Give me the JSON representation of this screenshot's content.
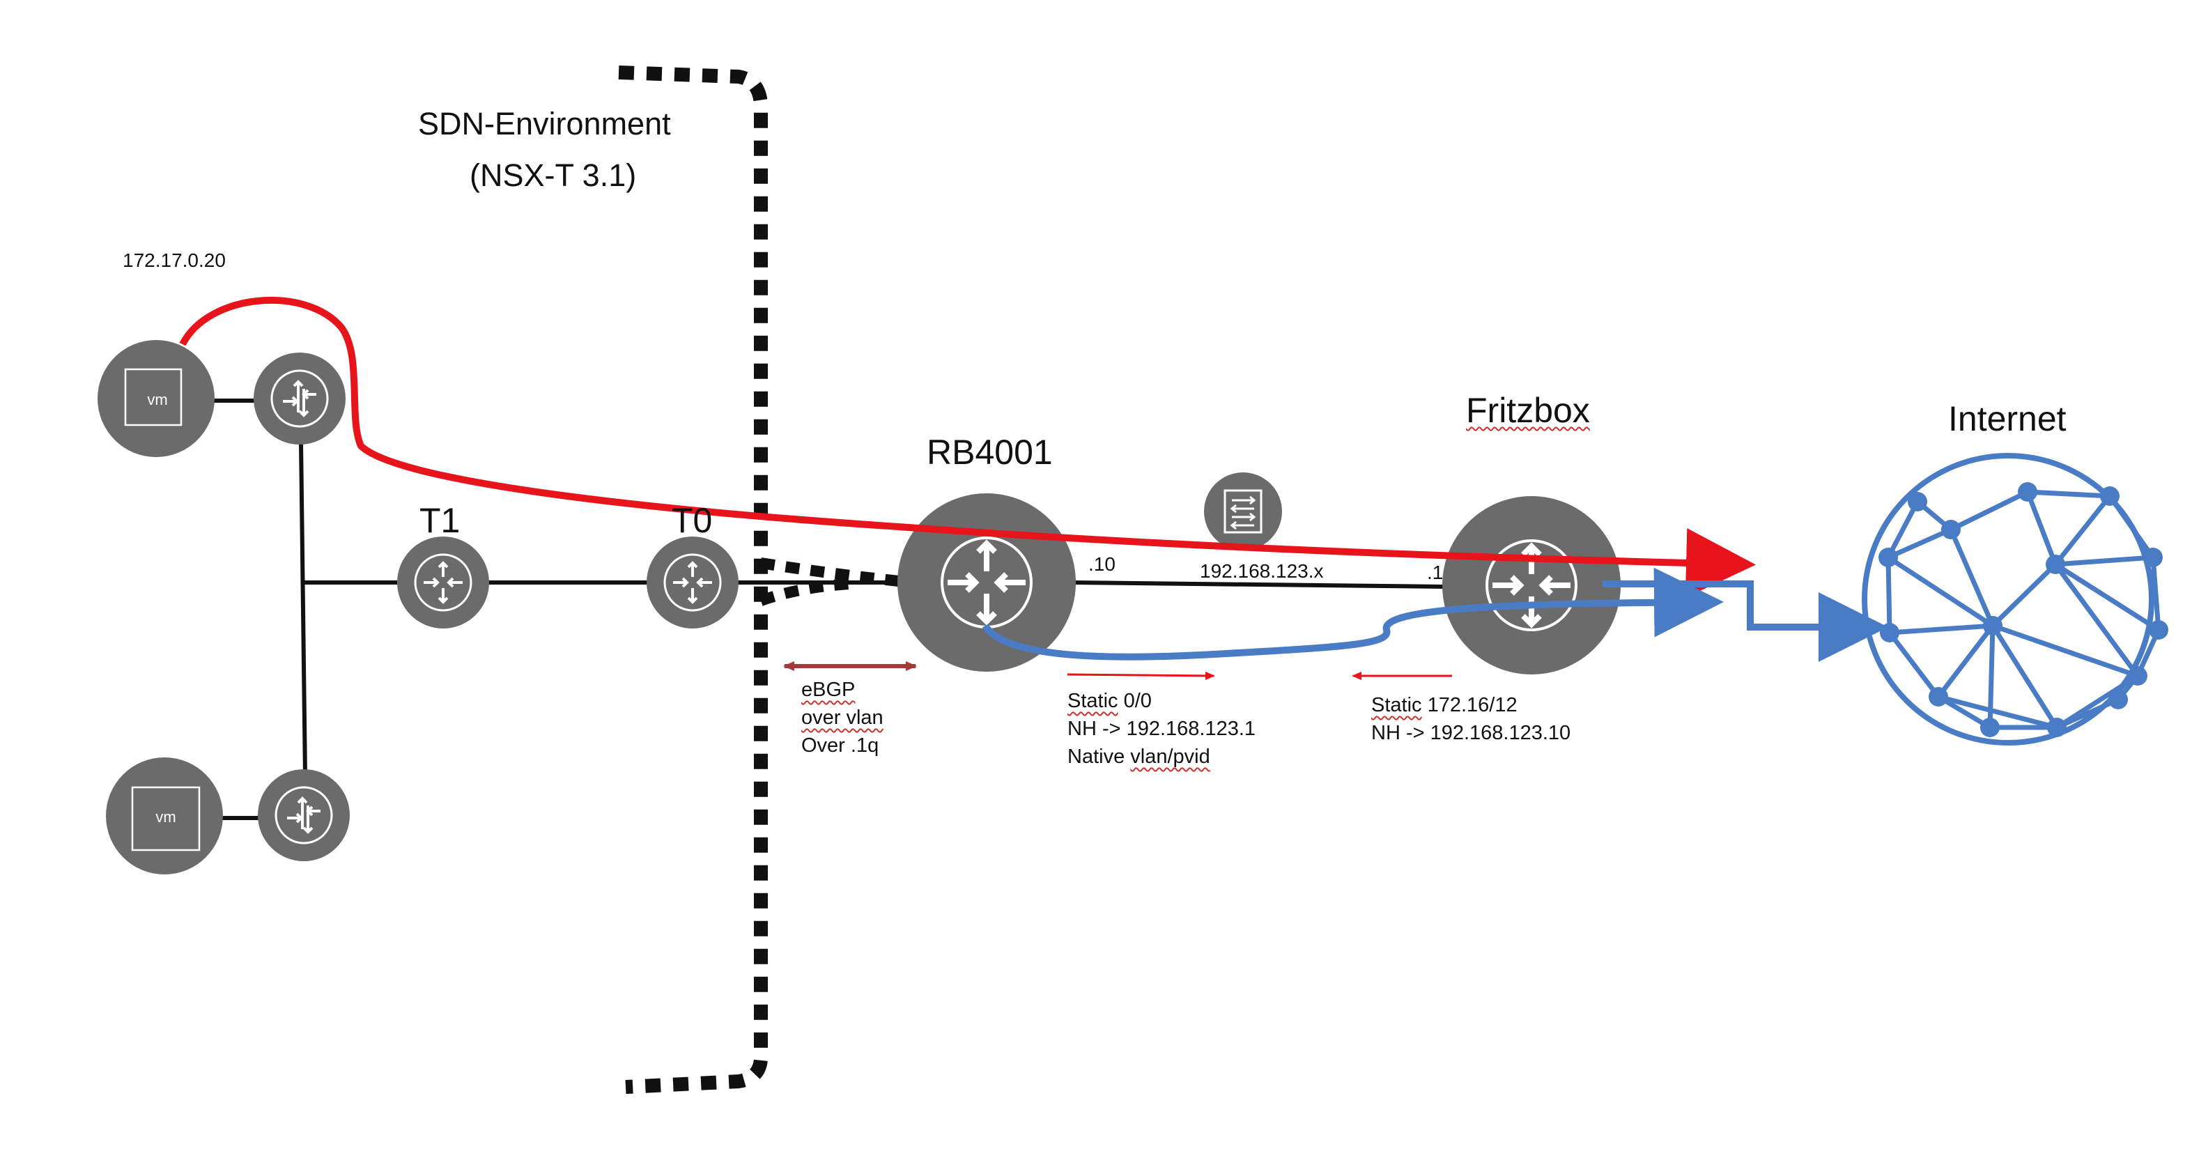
{
  "labels": {
    "sdn_environment": "SDN-Environment",
    "nsx_version": "(NSX-T 3.1)",
    "vm_ip": "172.17.0.20",
    "t1": "T1",
    "t0": "T0",
    "rb4001": "RB4001",
    "fritzbox": "Fritzbox",
    "internet": "Internet",
    "rb_iface": ".10",
    "fritz_iface": ".1",
    "subnet": "192.168.123.x"
  },
  "vms": [
    {
      "label": "vm"
    },
    {
      "label": "vm"
    }
  ],
  "ebgp_note": {
    "line1": "eBGP",
    "line2": "over vlan",
    "line3": "Over .1q"
  },
  "rb_static_note": {
    "line1_a": "Static",
    "line1_b": " 0/0",
    "line2": "NH -> 192.168.123.1",
    "line3_a": "Native ",
    "line3_b": "vlan/pvid"
  },
  "fritz_static_note": {
    "line1_a": "Static",
    "line1_b": " 172.16/12",
    "line2": "NH -> 192.168.123.10"
  },
  "colors": {
    "node_gray": "#6b6b6b",
    "red_path": "#e8141b",
    "blue_path": "#4a7cc6",
    "ebgp_arrow": "#a63a3a",
    "globe_blue": "#4a7cc6"
  }
}
